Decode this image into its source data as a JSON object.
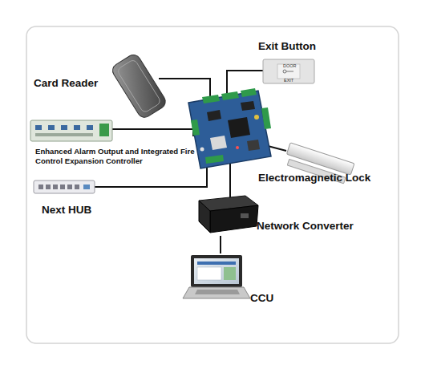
{
  "diagram": {
    "nodes": [
      {
        "text": [
          "Exit Button"
        ]
      },
      {
        "text": [
          "Card Reader"
        ]
      },
      {
        "text": [
          "Enhanced Alarm Output and Integrated Fire Control Expansion Controller"
        ]
      },
      {
        "text": [
          "Electromagnetic Lock"
        ]
      },
      {
        "text": [
          "Next HUB"
        ]
      },
      {
        "text": [
          "Network Converter"
        ]
      },
      {
        "text": [
          "CCU"
        ]
      }
    ],
    "edges": [
      {
        "from": 5,
        "to": 6,
        "arrow": "none"
      }
    ],
    "labels": [
      "DOOR",
      "EXIT"
    ]
  }
}
